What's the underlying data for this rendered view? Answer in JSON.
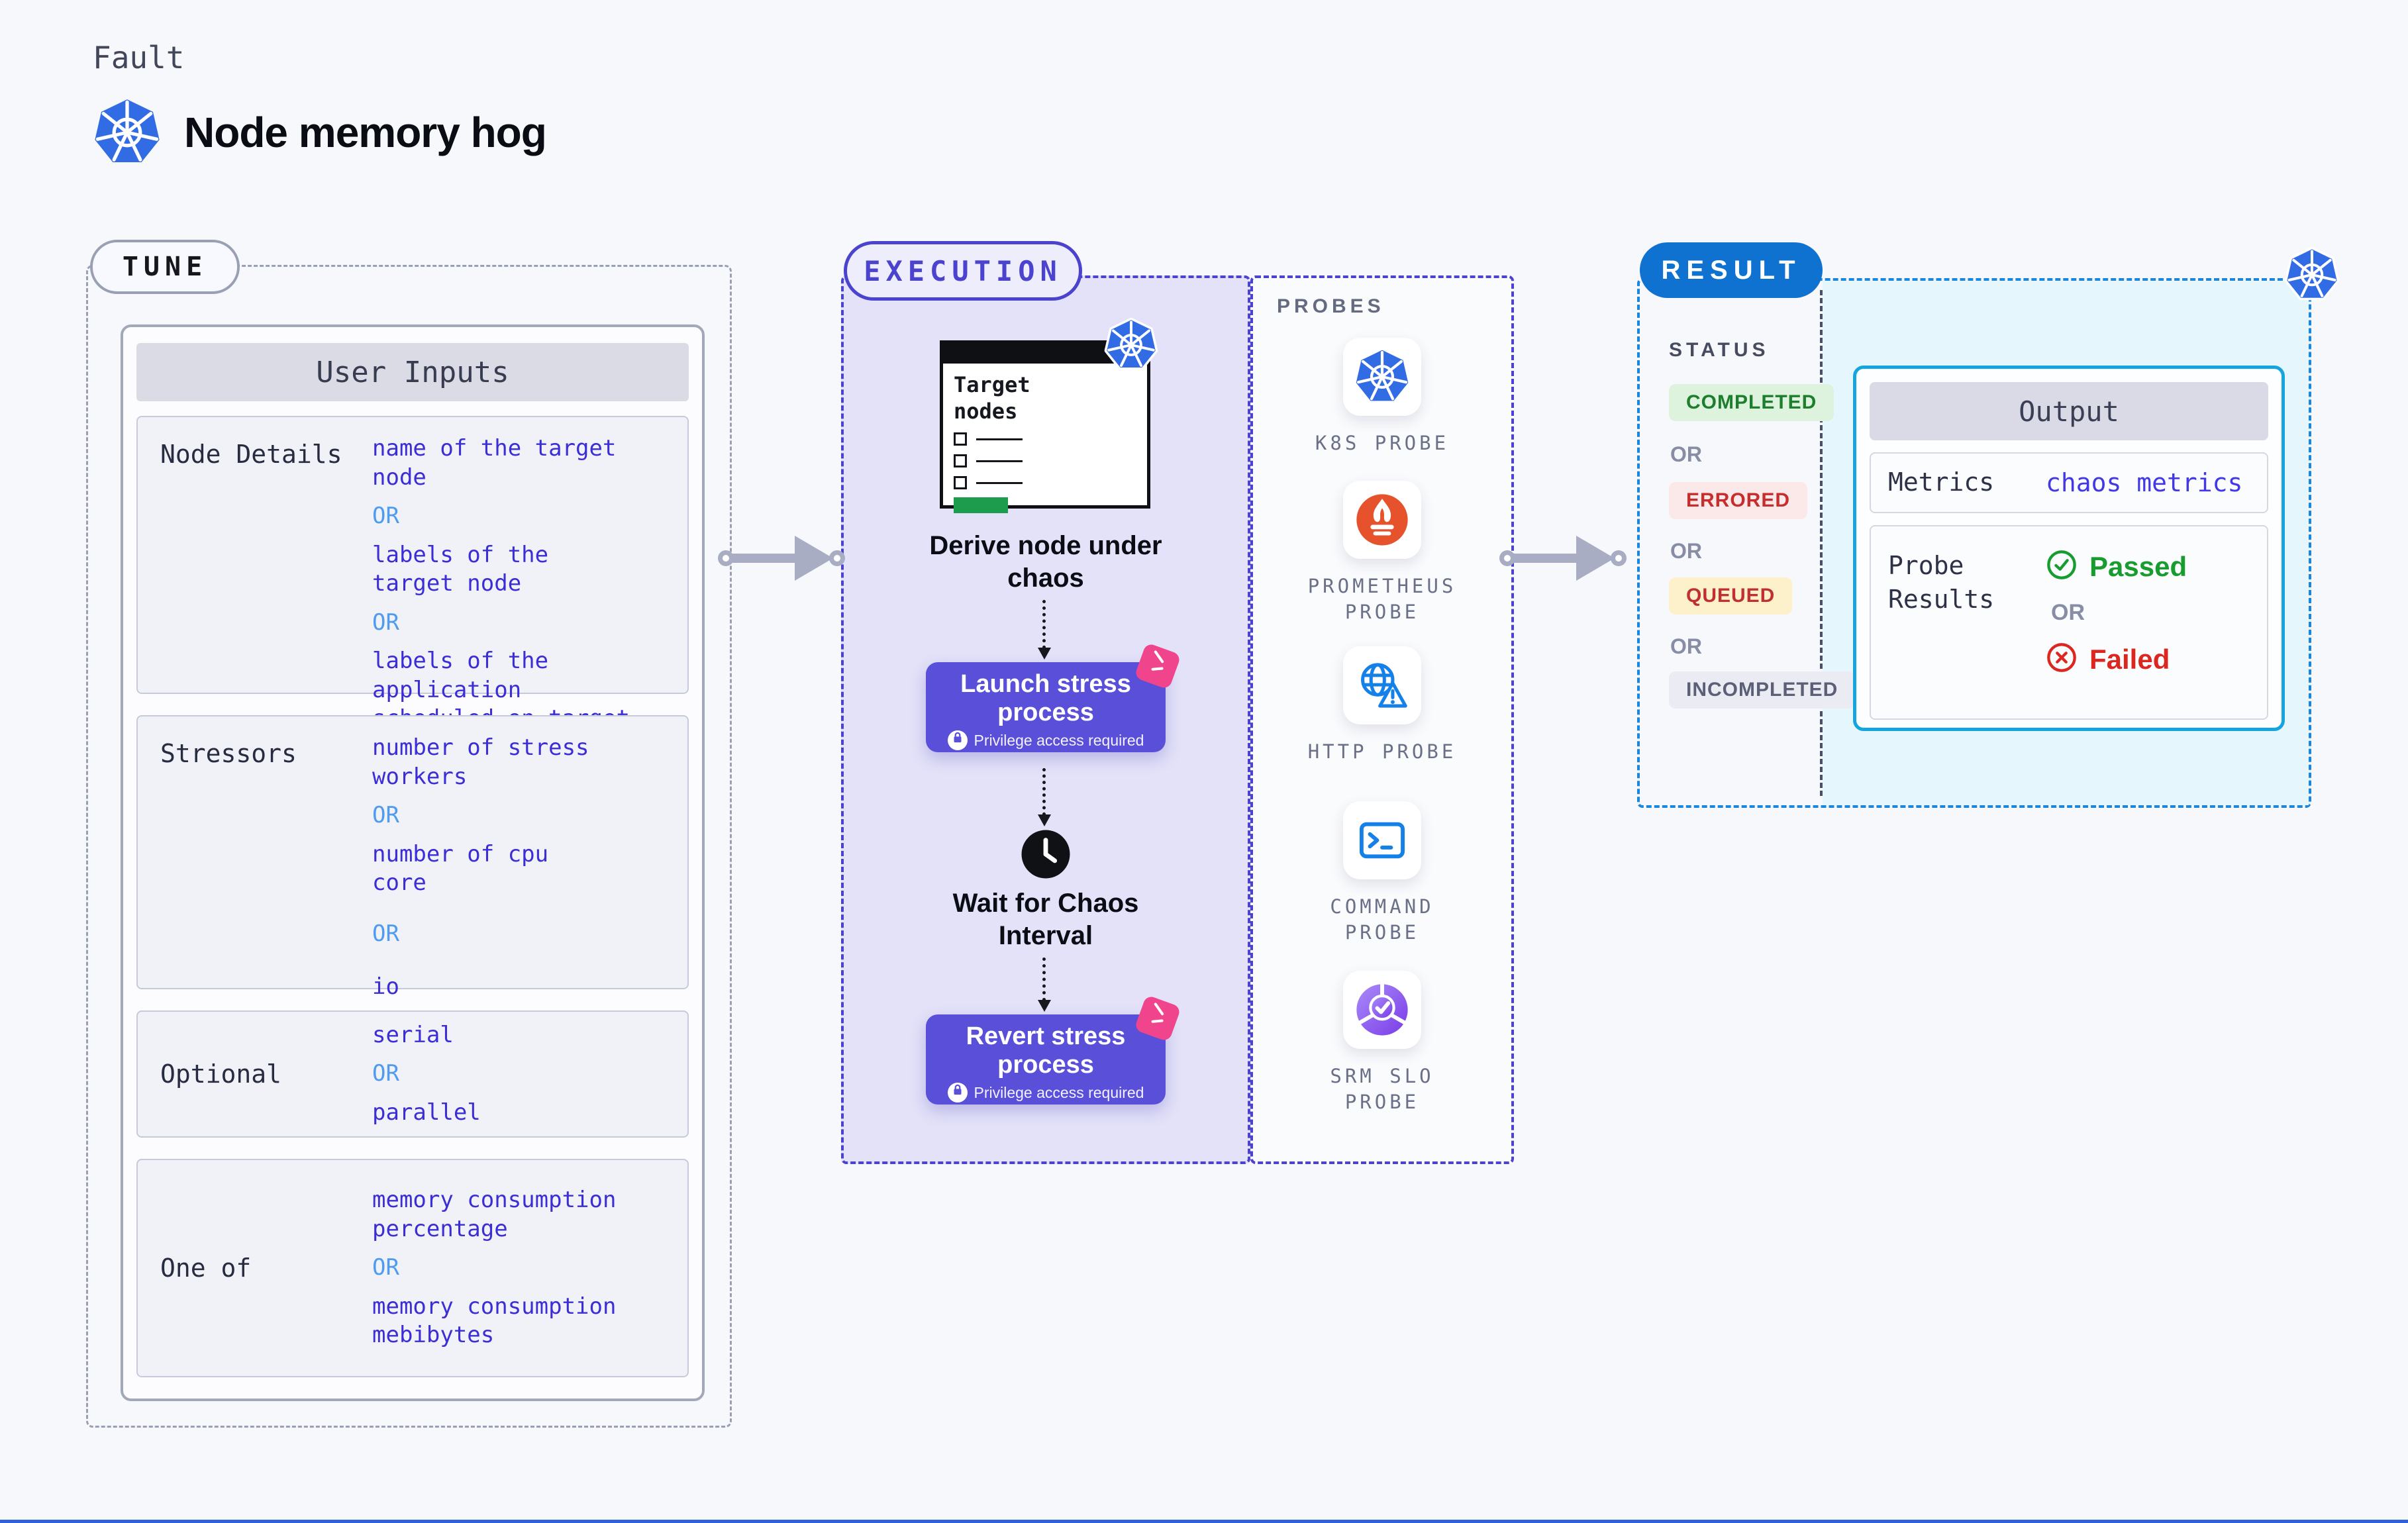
{
  "page": {
    "eyebrow": "Fault",
    "title": "Node memory hog"
  },
  "colors": {
    "accent_indigo": "#4B42CE",
    "value_indigo": "#3C2ED6",
    "or_blue": "#4E9BF0",
    "button_purple": "#594FD9",
    "kubernetes_blue": "#326CE5",
    "prometheus_orange": "#E6522C",
    "result_blue": "#1072D0",
    "output_cyan": "#14A4DE",
    "passed_green": "#189C2F",
    "failed_red": "#DC2620",
    "ribbon_pink": "#F0458C",
    "completed_green": "#1D7F2E",
    "errored_red": "#C62D2D",
    "queued_red": "#C03030",
    "incompleted_gray": "#5B6077"
  },
  "tune": {
    "badge": "TUNE",
    "table_title": "User Inputs",
    "rows": [
      {
        "label": "Node Details",
        "values": [
          "name of the target\nnode",
          "OR",
          "labels of the\ntarget node",
          "OR",
          "labels of the application\nscheduled on target node"
        ]
      },
      {
        "label": "Stressors",
        "values": [
          "number of stress\nworkers",
          "OR",
          "number of cpu\ncore",
          "OR",
          "io"
        ]
      },
      {
        "label": "Optional",
        "values": [
          "serial",
          "OR",
          "parallel"
        ]
      },
      {
        "label": "One of",
        "values": [
          "memory consumption\npercentage",
          "OR",
          "memory consumption\nmebibytes"
        ]
      }
    ]
  },
  "execution": {
    "badge": "EXECUTION",
    "clipboard_title": "Target\nnodes",
    "derive_caption": "Derive node under\nchaos",
    "launch_button": {
      "title": "Launch stress\nprocess",
      "subtitle": "Privilege access required"
    },
    "wait_caption": "Wait for Chaos\nInterval",
    "revert_button": {
      "title": "Revert stress\nprocess",
      "subtitle": "Privilege access required"
    }
  },
  "probes": {
    "label": "PROBES",
    "items": [
      {
        "name": "K8S PROBE",
        "icon": "kubernetes-icon"
      },
      {
        "name": "PROMETHEUS\nPROBE",
        "icon": "prometheus-icon"
      },
      {
        "name": "HTTP PROBE",
        "icon": "http-globe-warning-icon"
      },
      {
        "name": "COMMAND\nPROBE",
        "icon": "terminal-icon"
      },
      {
        "name": "SRM SLO\nPROBE",
        "icon": "slo-gauge-check-icon"
      }
    ]
  },
  "result": {
    "badge": "RESULT",
    "status_label": "STATUS",
    "statuses": [
      {
        "label": "COMPLETED",
        "kind": "completed"
      },
      {
        "label": "OR",
        "kind": "or"
      },
      {
        "label": "ERRORED",
        "kind": "errored"
      },
      {
        "label": "OR",
        "kind": "or"
      },
      {
        "label": "QUEUED",
        "kind": "queued"
      },
      {
        "label": "OR",
        "kind": "or"
      },
      {
        "label": "INCOMPLETED",
        "kind": "incompleted"
      }
    ],
    "output": {
      "title": "Output",
      "metrics_label": "Metrics",
      "metrics_value": "chaos metrics",
      "probe_results_label": "Probe\nResults",
      "passed_label": "Passed",
      "or_label": "OR",
      "failed_label": "Failed"
    }
  }
}
